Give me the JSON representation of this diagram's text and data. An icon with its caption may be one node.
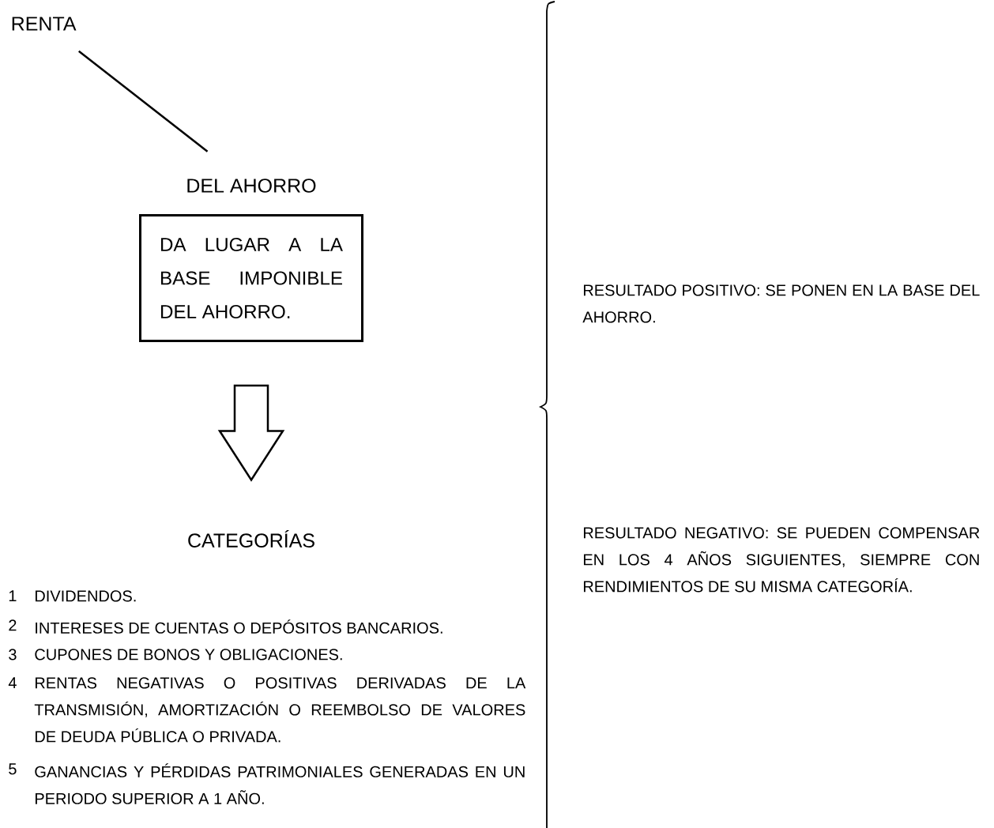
{
  "diagram": {
    "nodes": [
      {
        "text": [
          "RENTA"
        ]
      },
      {
        "text": [
          "DEL AHORRO"
        ]
      },
      {
        "text": [
          "DA LUGAR A LA BASE IMPONIBLE DEL AHORRO."
        ]
      },
      {
        "text": [
          "CATEGORÍAS"
        ]
      }
    ],
    "edges": [
      {
        "from": 0,
        "to": 1,
        "arrow": "none"
      },
      {
        "from": 2,
        "to": 3,
        "arrow": "to"
      }
    ],
    "labels": [
      "1",
      "DIVIDENDOS.",
      "2",
      "INTERESES DE CUENTAS O DEPÓSITOS BANCARIOS.",
      "3",
      "CUPONES DE BONOS Y OBLIGACIONES.",
      "4",
      "RENTAS NEGATIVAS O POSITIVAS DERIVADAS DE LA TRANSMISIÓN, AMORTIZACIÓN O REEMBOLSO DE VALORES DE DEUDA PÚBLICA O PRIVADA.",
      "5",
      "GANANCIAS Y PÉRDIDAS PATRIMONIALES GENERADAS EN UN PERIODO SUPERIOR A 1 AÑO.",
      "RESULTADO POSITIVO: SE PONEN EN LA BASE DEL AHORRO.",
      "RESULTADO NEGATIVO: SE PUEDEN COMPENSAR EN LOS 4 AÑOS SIGUIENTES, SIEMPRE CON RENDIMIENTOS DE SU MISMA CATEGORÍA."
    ]
  }
}
